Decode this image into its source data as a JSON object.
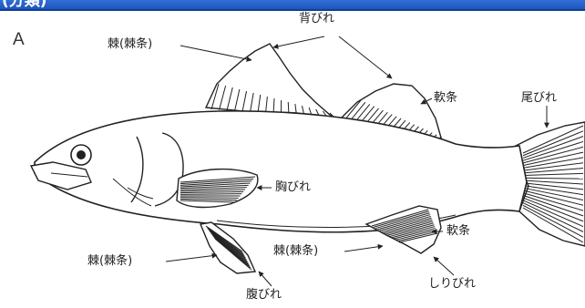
{
  "header": {
    "title_fragment": "(分類)"
  },
  "figure": {
    "panel_letter": "A",
    "labels": {
      "dorsal_fin": "背びれ",
      "spine_dorsal": "棘(棘条)",
      "soft_ray_dorsal": "軟条",
      "caudal_fin": "尾びれ",
      "pectoral_fin": "胸びれ",
      "soft_ray_anal": "軟条",
      "spine_pelvic": "棘(棘条)",
      "spine_anal": "棘(棘条)",
      "anal_fin": "しりびれ",
      "pelvic_fin": "腹びれ"
    }
  }
}
